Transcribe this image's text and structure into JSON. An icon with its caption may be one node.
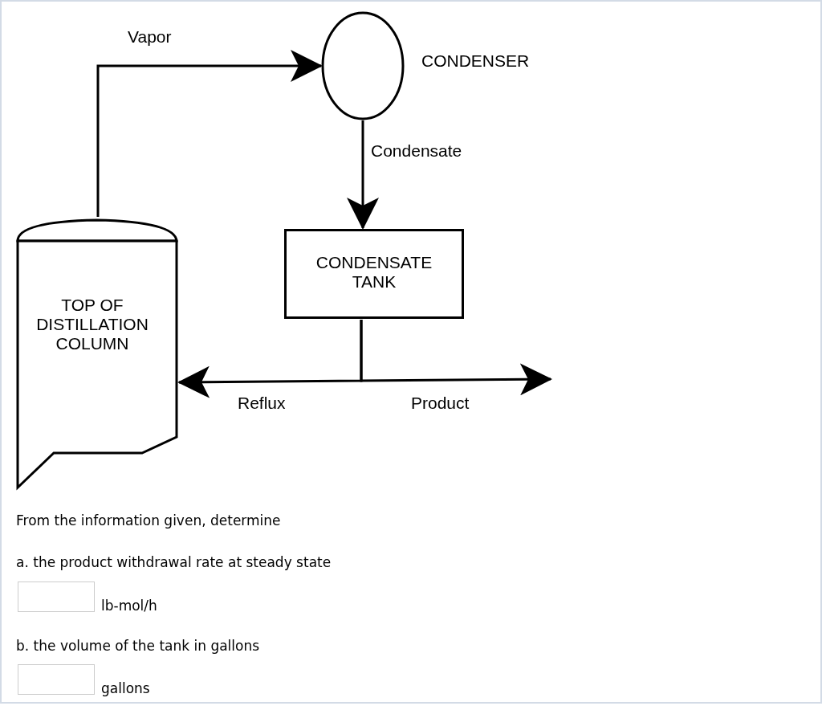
{
  "diagram": {
    "nodes": [
      {
        "text": [
          "TOP OF DISTILLATION COLUMN"
        ]
      },
      {
        "text": [
          "CONDENSER"
        ]
      },
      {
        "text": [
          "CONDENSATE TANK"
        ]
      }
    ],
    "edges": [
      {
        "from": 0,
        "to": 1,
        "arrow": "to",
        "label": "Vapor"
      },
      {
        "from": 1,
        "to": 2,
        "arrow": "to",
        "label": "Condensate"
      },
      {
        "from": 2,
        "to": 0,
        "arrow": "to",
        "label": "Reflux"
      },
      {
        "from": 2,
        "to": null,
        "arrow": "to",
        "label": "Product"
      }
    ],
    "labels": [
      "From the information given, determine",
      "a. the product withdrawal rate at steady state",
      "lb-mol/h",
      "b. the volume of the tank in gallons",
      "gallons"
    ]
  }
}
